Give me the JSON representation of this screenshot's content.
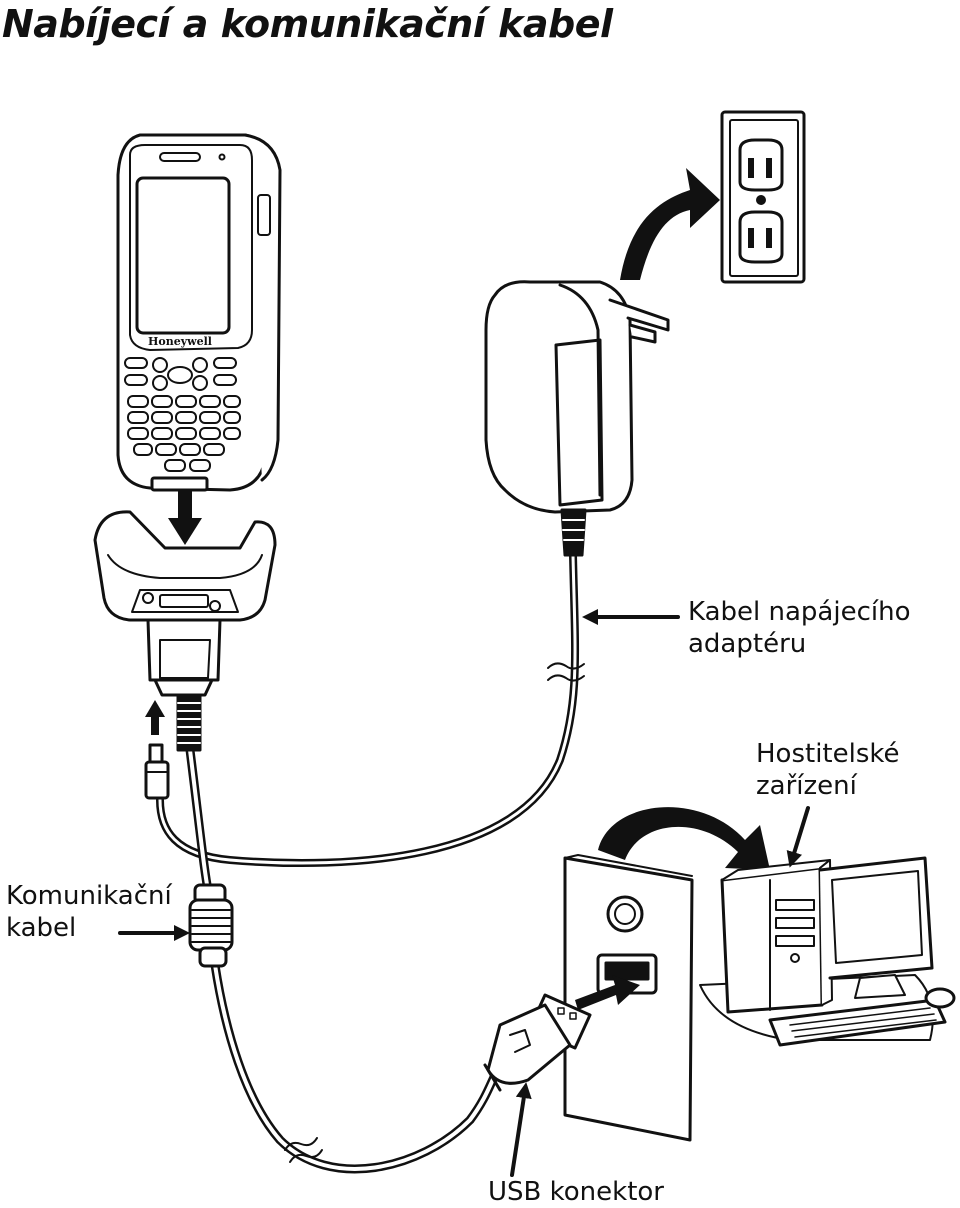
{
  "title": "Nabíjecí a komunikační kabel",
  "device": {
    "brand": "Honeywell"
  },
  "labels": {
    "power_cable": [
      "Kabel napájecího",
      "adaptéru"
    ],
    "host_device": [
      "Hostitelské",
      "zařízení"
    ],
    "comm_cable": [
      "Komunikační",
      "kabel"
    ],
    "usb_connector": "USB konektor"
  }
}
